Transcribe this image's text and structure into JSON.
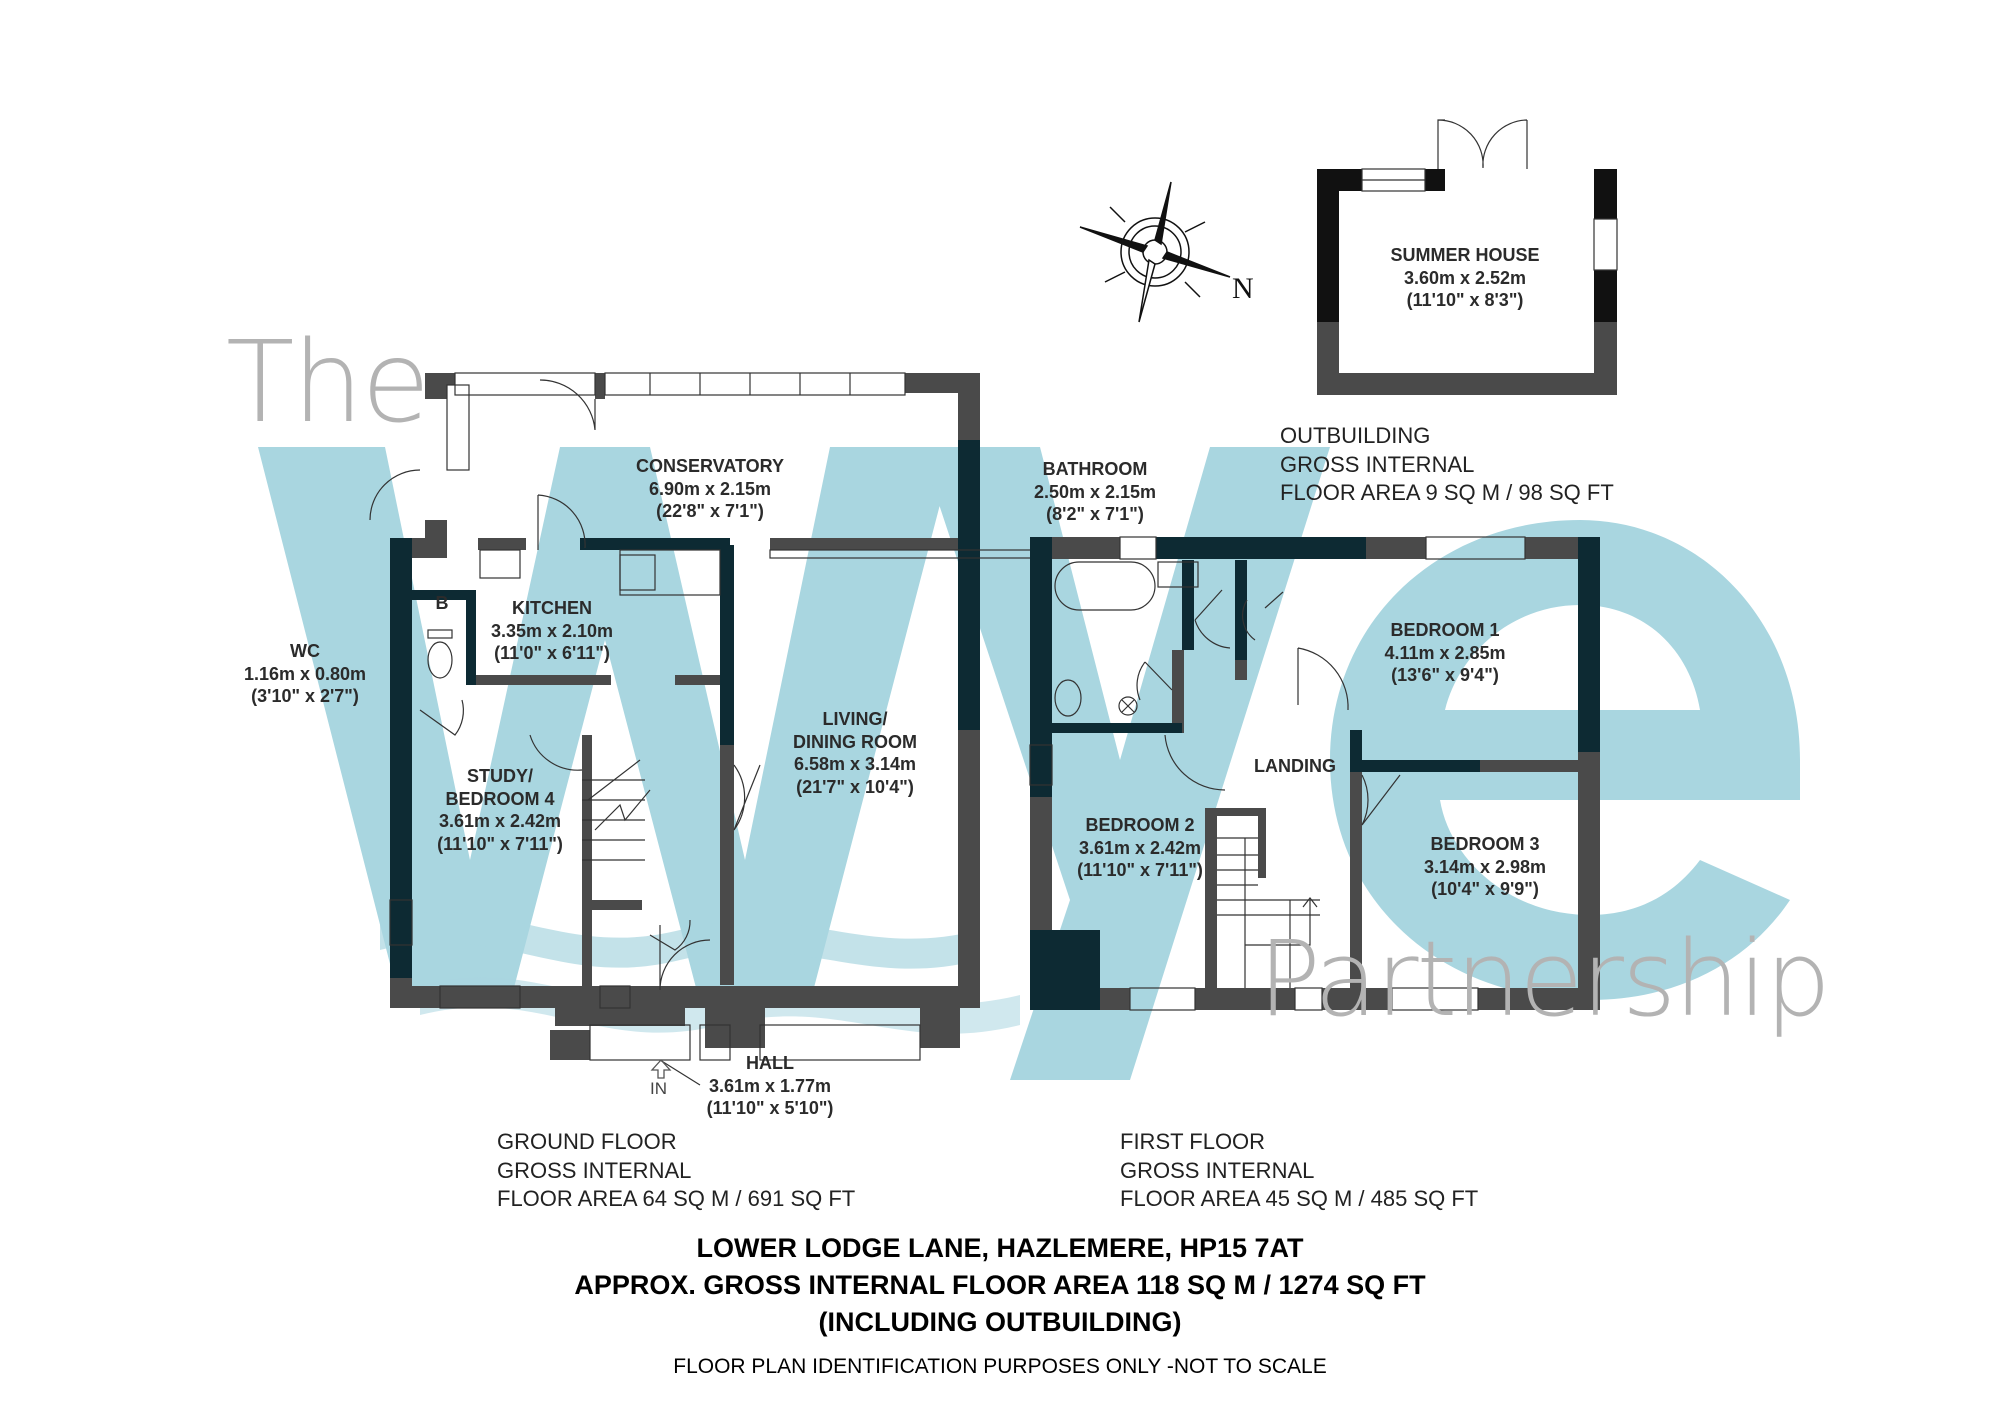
{
  "brand": {
    "watermark_top": "The",
    "watermark_mid": "wye",
    "watermark_bottom": "Partnership",
    "accent_color": "#a9d6e0",
    "wall_color": "#4a4a4a",
    "wall_overlap_color": "#0d2a33"
  },
  "compass": {
    "north_label": "N"
  },
  "rooms": {
    "summer_house": {
      "name": "SUMMER HOUSE",
      "metric": "3.60m x 2.52m",
      "imperial": "(11'10\" x 8'3\")"
    },
    "conservatory": {
      "name": "CONSERVATORY",
      "metric": "6.90m x 2.15m",
      "imperial": "(22'8\" x 7'1\")"
    },
    "kitchen": {
      "name": "KITCHEN",
      "metric": "3.35m x 2.10m",
      "imperial": "(11'0\" x 6'11\")"
    },
    "boiler": {
      "name": "B"
    },
    "wc": {
      "name": "WC",
      "metric": "1.16m x 0.80m",
      "imperial": "(3'10\" x 2'7\")"
    },
    "living": {
      "name_line1": "LIVING/",
      "name_line2": "DINING ROOM",
      "metric": "6.58m x 3.14m",
      "imperial": "(21'7\" x 10'4\")"
    },
    "study": {
      "name_line1": "STUDY/",
      "name_line2": "BEDROOM 4",
      "metric": "3.61m x 2.42m",
      "imperial": "(11'10\" x 7'11\")"
    },
    "hall": {
      "name": "HALL",
      "metric": "3.61m x 1.77m",
      "imperial": "(11'10\" x 5'10\")"
    },
    "bathroom": {
      "name": "BATHROOM",
      "metric": "2.50m x 2.15m",
      "imperial": "(8'2\" x 7'1\")"
    },
    "bedroom1": {
      "name": "BEDROOM 1",
      "metric": "4.11m x 2.85m",
      "imperial": "(13'6\" x 9'4\")"
    },
    "landing": {
      "name": "LANDING"
    },
    "bedroom2": {
      "name": "BEDROOM 2",
      "metric": "3.61m x 2.42m",
      "imperial": "(11'10\" x 7'11\")"
    },
    "bedroom3": {
      "name": "BEDROOM 3",
      "metric": "3.14m x 2.98m",
      "imperial": "(10'4\" x 9'9\")"
    }
  },
  "entrance": {
    "label": "IN"
  },
  "floor_areas": {
    "outbuilding": {
      "line1": "OUTBUILDING",
      "line2": "GROSS INTERNAL",
      "line3": "FLOOR AREA 9 SQ M / 98 SQ FT"
    },
    "ground": {
      "line1": "GROUND FLOOR",
      "line2": "GROSS INTERNAL",
      "line3": "FLOOR AREA 64 SQ M / 691 SQ FT"
    },
    "first": {
      "line1": "FIRST FLOOR",
      "line2": "GROSS INTERNAL",
      "line3": "FLOOR AREA 45 SQ M / 485 SQ FT"
    }
  },
  "title": {
    "address": "LOWER LODGE LANE, HAZLEMERE, HP15 7AT",
    "total_area": "APPROX. GROSS INTERNAL FLOOR AREA 118 SQ M / 1274 SQ FT",
    "note": "(INCLUDING OUTBUILDING)"
  },
  "disclaimer": "FLOOR PLAN IDENTIFICATION PURPOSES ONLY -NOT TO SCALE"
}
